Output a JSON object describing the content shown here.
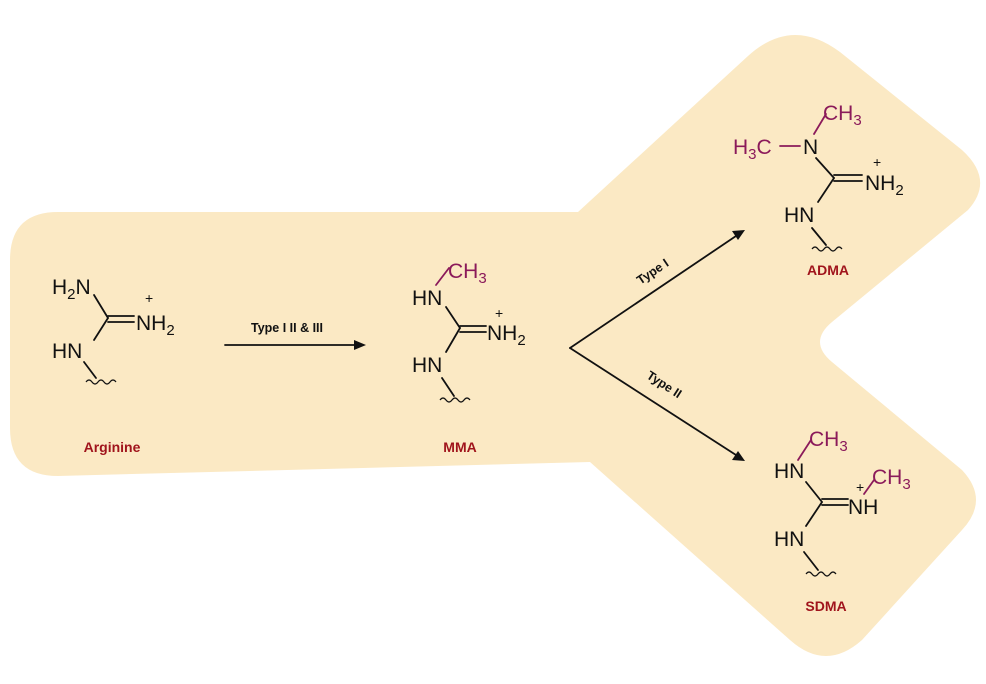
{
  "colors": {
    "background_shape": "#fbe9c4",
    "methyl": "#8b1a5a",
    "caption": "#a0141c",
    "ink": "#111111"
  },
  "arrows": {
    "type_1_2_3": "Type I II & III",
    "type_1": "Type I",
    "type_2": "Type II"
  },
  "molecules": {
    "arginine": {
      "caption": "Arginine",
      "amine_top": "H2N",
      "amine_bottom": "HN",
      "iminium": "NH2",
      "charge": "+"
    },
    "mma": {
      "caption": "MMA",
      "methyl": "CH3",
      "nh_top": "HN",
      "nh_bottom": "HN",
      "iminium": "NH2",
      "charge": "+"
    },
    "adma": {
      "caption": "ADMA",
      "methyl_left": "H3C",
      "methyl_top": "CH3",
      "nitrogen": "N",
      "nh_bottom": "HN",
      "iminium": "NH2",
      "charge": "+"
    },
    "sdma": {
      "caption": "SDMA",
      "methyl_top": "CH3",
      "methyl_right": "CH3",
      "nh_top": "HN",
      "nh_bottom": "HN",
      "iminium": "NH",
      "charge": "+"
    }
  }
}
